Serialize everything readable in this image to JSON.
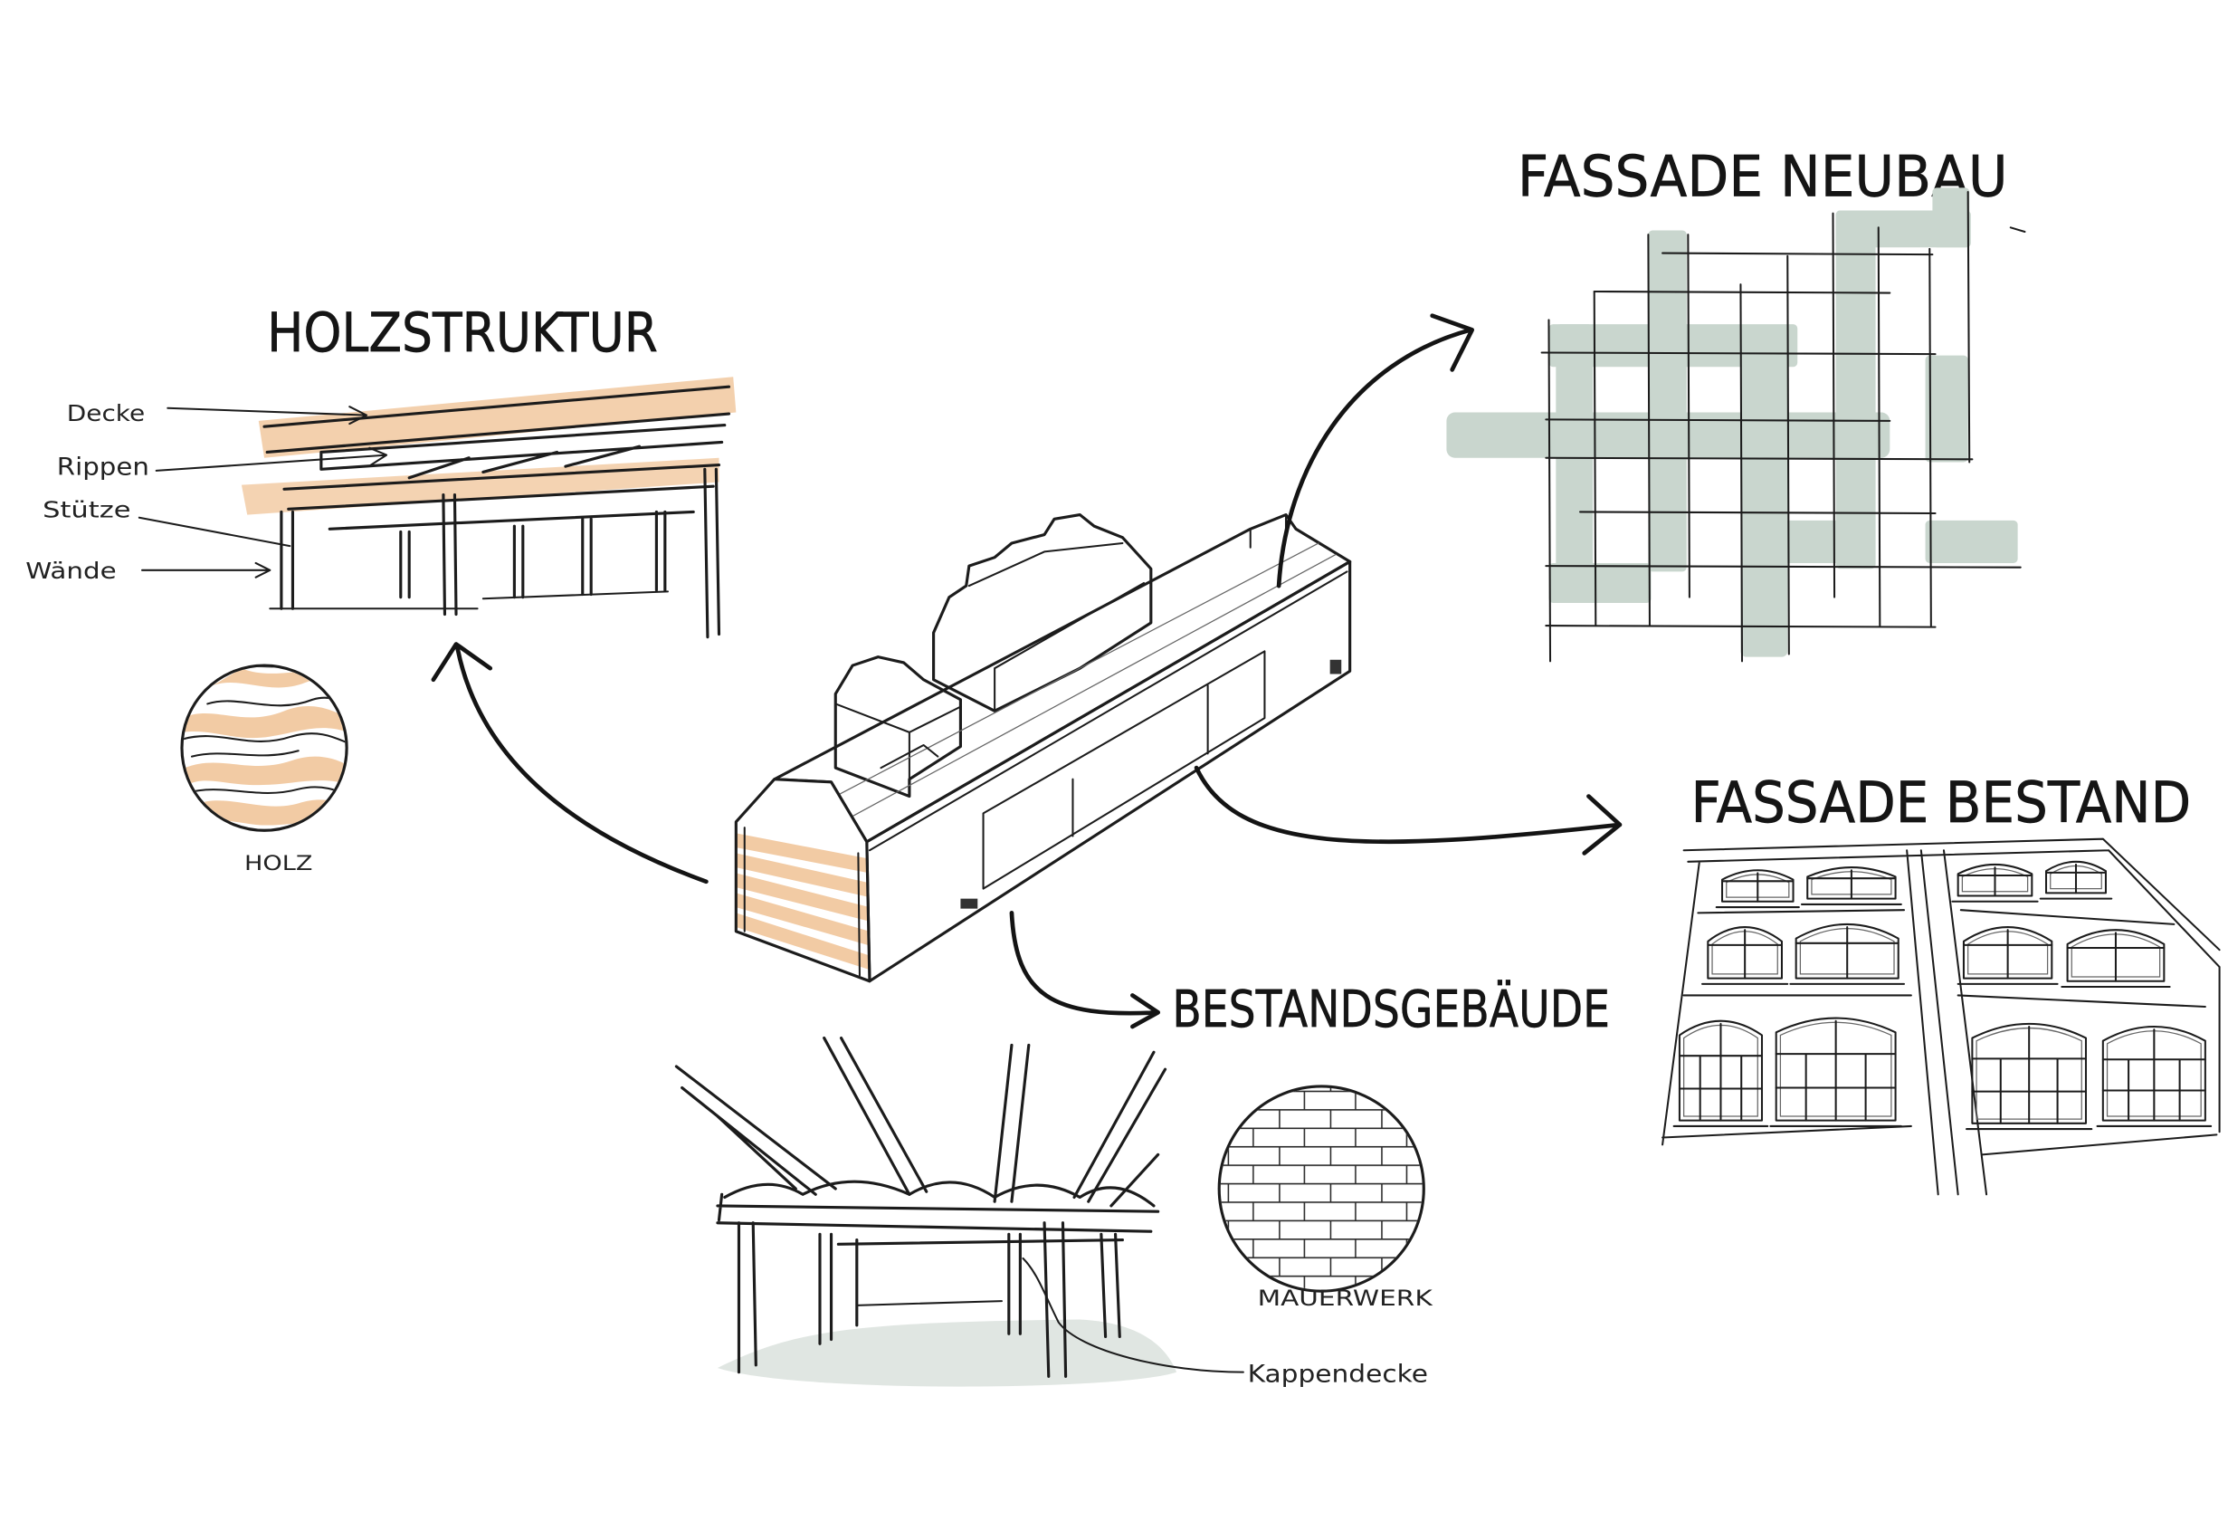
{
  "labels": {
    "holzstruktur": "HOLZSTRUKTUR",
    "decke": "Decke",
    "rippen": "Rippen",
    "stuetze": "Stütze",
    "waende": "Wände",
    "holz": "HOLZ",
    "fassade_neubau": "FASSADE NEUBAU",
    "fassade_bestand": "FASSADE BESTAND",
    "bestandsgebaeude": "BESTANDSGEBÄUDE",
    "mauerwerk": "MAUERWERK",
    "kappendecke": "Kappendecke"
  },
  "colors": {
    "wood": "#f2cba4",
    "facade_green": "#c9d6ce",
    "floor_gray": "#e0e6e2",
    "ink": "#1c1c1c"
  }
}
